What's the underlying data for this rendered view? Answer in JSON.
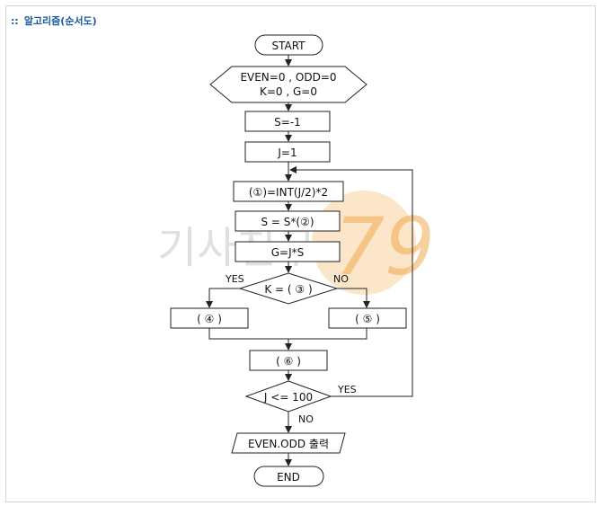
{
  "header": {
    "bullet": "::",
    "title": "알고리즘(순서도)"
  },
  "watermark": {
    "text": "기사친구",
    "number": "79",
    "text_color": "#bdbdbd",
    "accent_color": "#f5a74a"
  },
  "flowchart": {
    "start": "START",
    "init_line1": "EVEN=0 , ODD=0",
    "init_line2": "K=0 , G=0",
    "s_init": "S=-1",
    "j_init": "J=1",
    "step1": "(①)=INT(J/2)*2",
    "step2": "S = S*(②)",
    "step3": "G=J*S",
    "decision_k": "K = ( ③ )",
    "yes_left": "YES",
    "no_right": "NO",
    "box4": "(  ④  )",
    "box5": "(  ⑤  )",
    "box6": "(  ⑥  )",
    "decision_j": "J <= 100",
    "yes_loop": "YES",
    "no_down": "NO",
    "output": "EVEN.ODD 출력",
    "end": "END"
  }
}
